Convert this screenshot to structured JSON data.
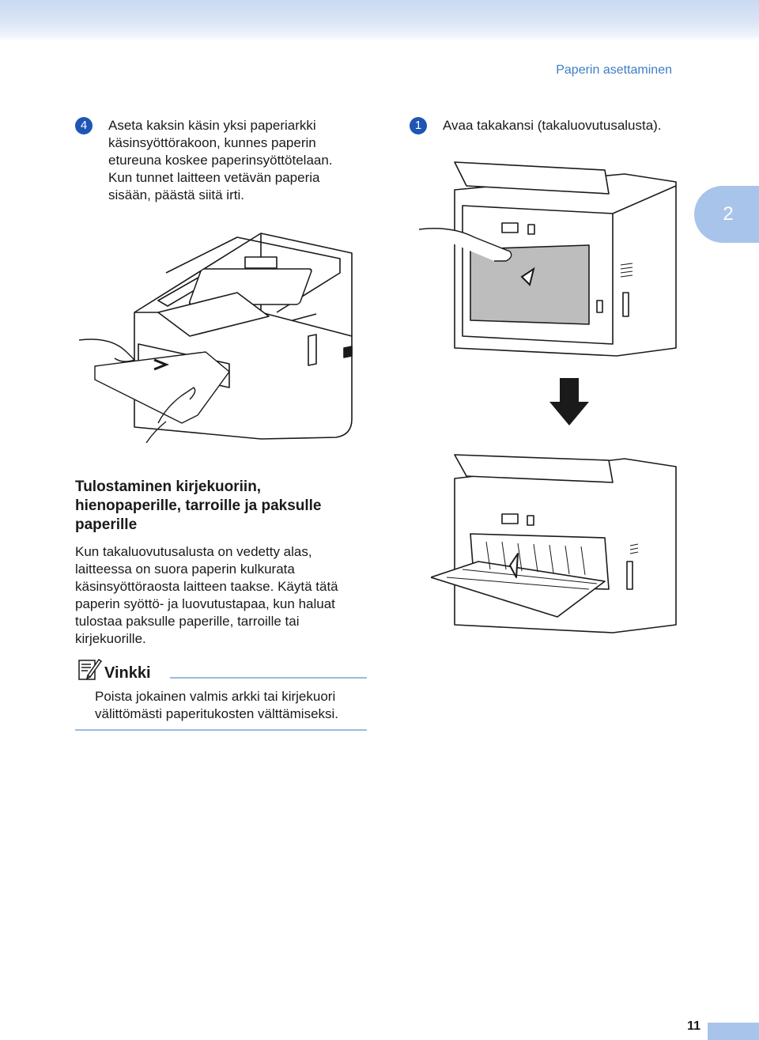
{
  "header": {
    "running_title": "Paperin asettaminen",
    "chapter_tab": "2"
  },
  "steps": [
    {
      "number": "4",
      "text": [
        "Aseta kaksin käsin yksi paperiarkki",
        "käsinsyöttörakoon, kunnes paperin",
        "etureuna koskee paperinsyöttötelaan.",
        "Kun tunnet laitteen vetävän paperia",
        "sisään, päästä siitä irti."
      ]
    },
    {
      "number": "1",
      "text": [
        "Avaa takakansi (takaluovutusalusta)."
      ]
    }
  ],
  "section": {
    "heading": [
      "Tulostaminen kirjekuoriin,",
      "hienopaperille, tarroille ja paksulle",
      "paperille"
    ],
    "paragraph": [
      "Kun takaluovutusalusta on vedetty alas,",
      "laitteessa on suora paperin kulkurata",
      "käsinsyöttöraosta laitteen taakse. Käytä tätä",
      "paperin syöttö- ja luovutustapaa, kun haluat",
      "tulostaa paksulle paperille, tarroille tai",
      "kirjekuorille."
    ]
  },
  "note": {
    "title": "Vinkki",
    "text": [
      "Poista jokainen valmis arkki tai kirjekuori",
      "välittömästi paperitukosten välttämiseksi."
    ]
  },
  "footer": {
    "page_number": "11"
  },
  "colors": {
    "accent": "#1f55b5",
    "tab": "#a9c4ea",
    "running_head": "#3d7ec4",
    "rule": "#9fb8df"
  }
}
